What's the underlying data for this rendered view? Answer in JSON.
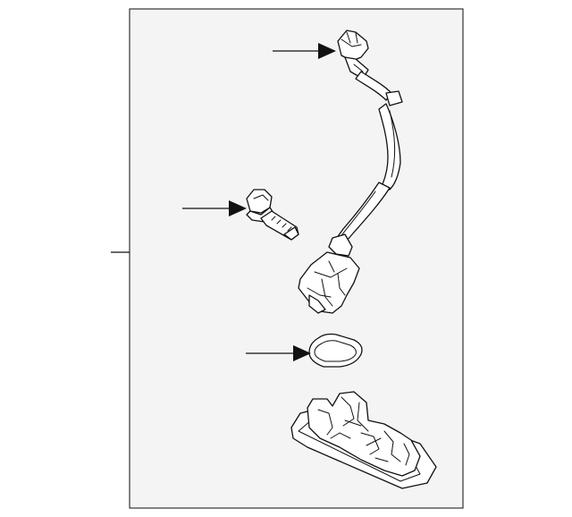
{
  "diagram": {
    "background_color": "#ffffff",
    "panel_color": "#f4f4f4",
    "line_color": "#111111",
    "parts": [
      {
        "id": "harness",
        "icon": "wiring-harness-with-connector",
        "callout": true
      },
      {
        "id": "bolt",
        "icon": "flange-bolt",
        "callout": true
      },
      {
        "id": "gasket",
        "icon": "lamp-gasket",
        "callout": true
      },
      {
        "id": "lamp",
        "icon": "license-lamp-housing",
        "callout": false
      }
    ]
  }
}
